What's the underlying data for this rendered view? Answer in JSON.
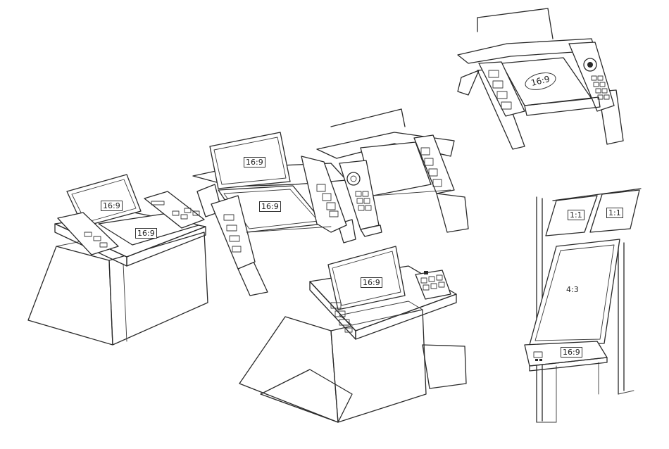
{
  "sketch": {
    "labels": {
      "console_a_top": "16:9",
      "console_a_bottom": "16:9",
      "console_b_top": "16:9",
      "console_b_bottom": "16:9",
      "console_d": "16:9",
      "console_e": "16:9",
      "panel_left": "1:1",
      "panel_right": "1:1",
      "panel_main": "4:3",
      "panel_desk": "16:9"
    },
    "colors": {
      "ink": "#2a2a2a",
      "paper": "#ffffff"
    }
  }
}
